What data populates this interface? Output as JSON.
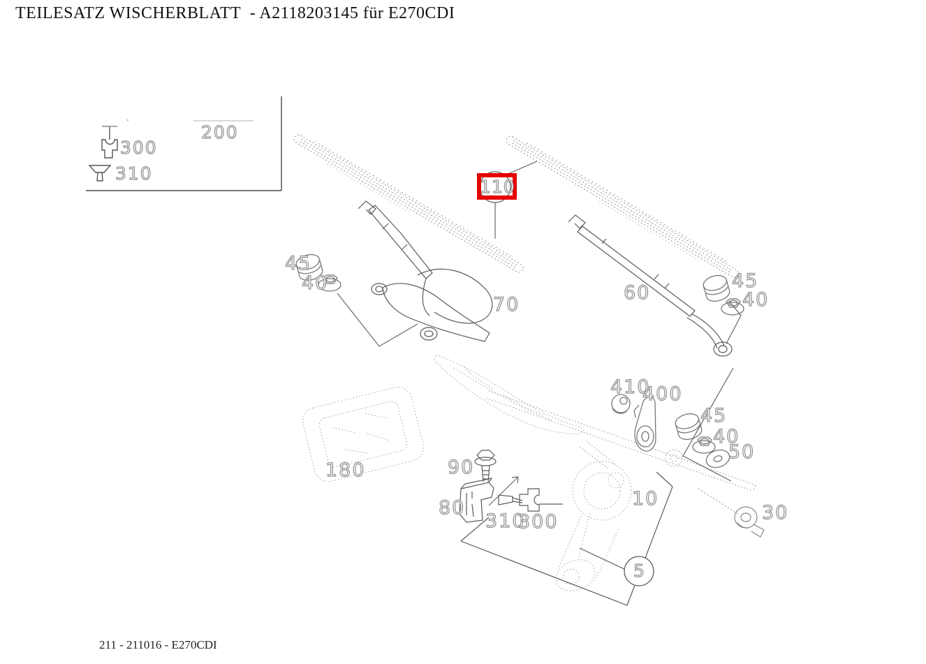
{
  "header": {
    "title": "TEILESATZ WISCHERBLATT  - A2118203145 für E270CDI"
  },
  "footer": {
    "reference": "211 - 211016 - E270CDI"
  },
  "highlighted_part": "110",
  "colors": {
    "highlight_red": "#e60000",
    "solid_line": "#5a5a5a",
    "stipple_line": "#9a9a9a",
    "callout_outline": "#8f8f8f",
    "background": "#ffffff"
  },
  "legend_box": {
    "items": [
      {
        "id": "200",
        "icon": "wiper-blade-pair"
      },
      {
        "id": "300",
        "icon": "connector-plug-icon"
      },
      {
        "id": "310",
        "icon": "rivet-funnel-icon"
      }
    ]
  },
  "labels": {
    "legend_200": "200",
    "legend_300": "300",
    "legend_310": "310",
    "part_110": "110",
    "part_45_left": "45",
    "part_40_left": "40",
    "part_70": "70",
    "part_60": "60",
    "part_45_right": "45",
    "part_40_right": "40",
    "part_410": "410",
    "part_400": "400",
    "part_45_mid": "45",
    "part_40_mid": "40",
    "part_50": "50",
    "part_180": "180",
    "part_90": "90",
    "part_80": "80",
    "part_310_mid": "310",
    "part_300_mid": "300",
    "part_10": "10",
    "part_30": "30",
    "part_5": "5"
  }
}
